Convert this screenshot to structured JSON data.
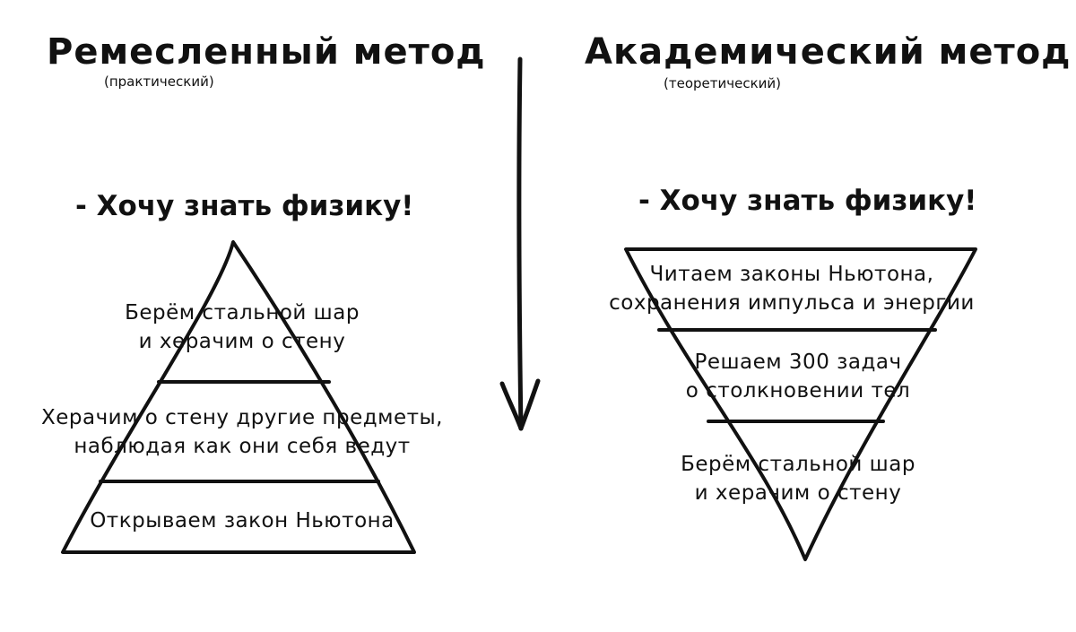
{
  "left": {
    "title": "Ремесленный метод",
    "subtitle": "(практический)",
    "quote": "- Хочу знать физику!",
    "layers": [
      "Берём стальной шар\nи херачим о стену",
      "Херачим о стену другие предметы,\nнаблюдая как они себя ведут",
      "Открываем закон Ньютона"
    ]
  },
  "right": {
    "title": "Академический метод",
    "subtitle": "(теоретический)",
    "quote": "- Хочу знать физику!",
    "layers": [
      "Читаем законы Ньютона,\nсохранения импульса и энергии",
      "Решаем 300 задач\nо столкновении тел",
      "Берём стальной шар\nи херачим о стену"
    ]
  },
  "colors": {
    "ink": "#111111",
    "background": "#ffffff"
  },
  "icons": {
    "divider": "arrow-down-icon"
  }
}
